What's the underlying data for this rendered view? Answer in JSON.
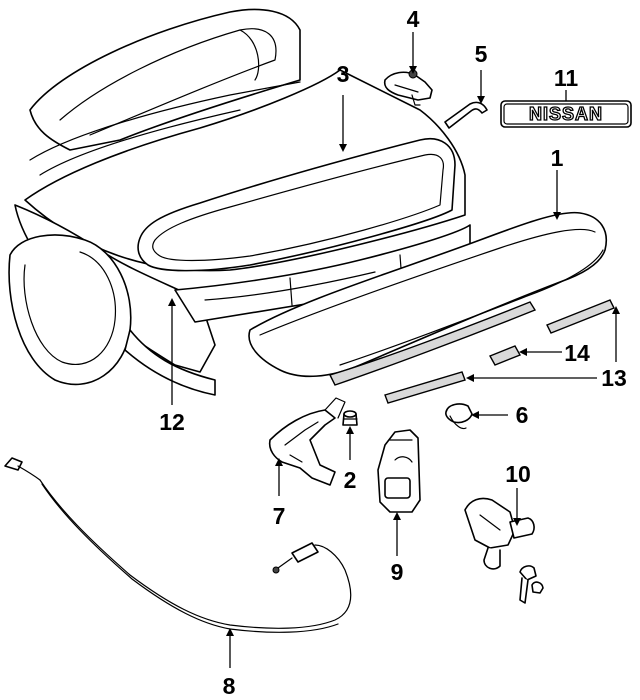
{
  "callouts": [
    {
      "id": "1",
      "text": "1"
    },
    {
      "id": "2",
      "text": "2"
    },
    {
      "id": "3",
      "text": "3"
    },
    {
      "id": "4",
      "text": "4"
    },
    {
      "id": "5",
      "text": "5"
    },
    {
      "id": "6",
      "text": "6"
    },
    {
      "id": "7",
      "text": "7"
    },
    {
      "id": "8",
      "text": "8"
    },
    {
      "id": "9",
      "text": "9"
    },
    {
      "id": "10",
      "text": "10"
    },
    {
      "id": "11",
      "text": "11"
    },
    {
      "id": "12",
      "text": "12"
    },
    {
      "id": "13",
      "text": "13"
    },
    {
      "id": "14",
      "text": "14"
    }
  ],
  "emblem": {
    "text": "NISSAN"
  }
}
